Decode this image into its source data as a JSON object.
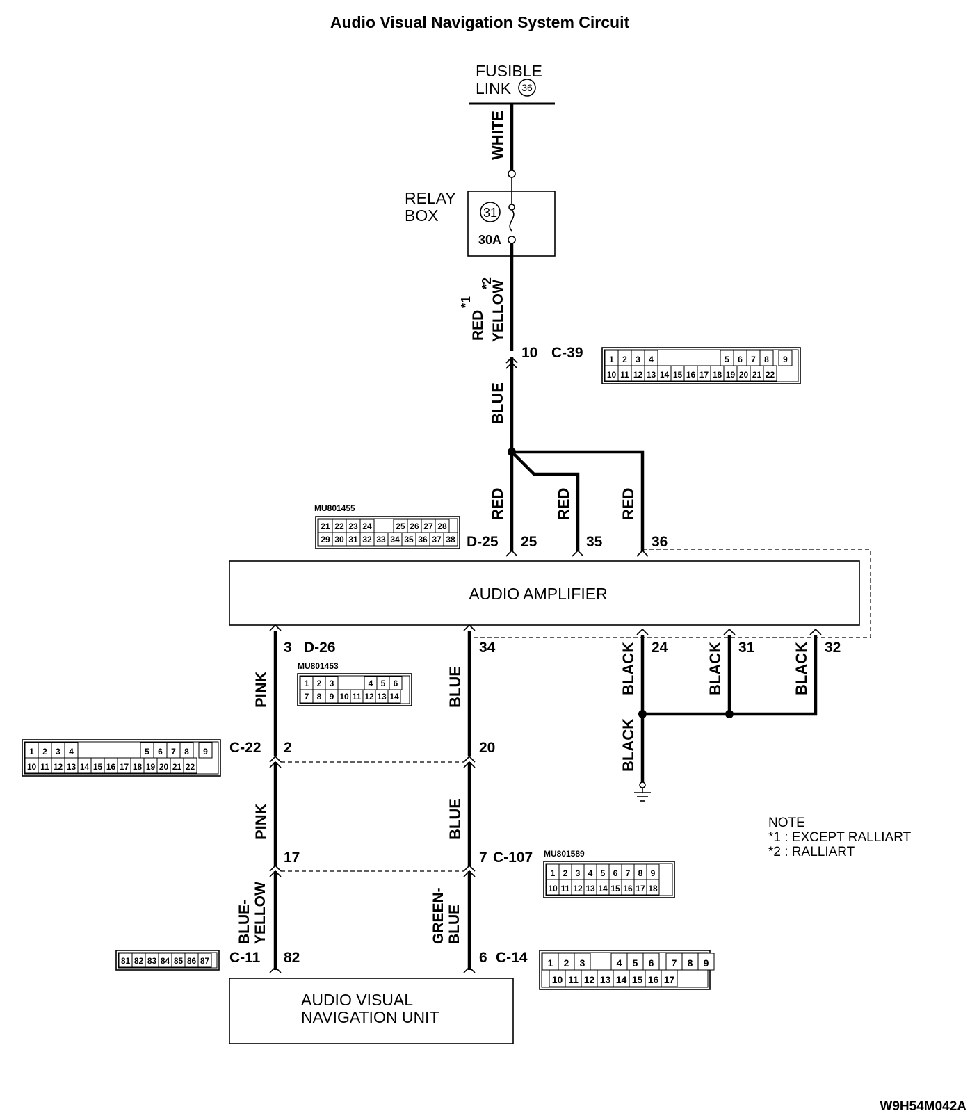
{
  "title": "Audio Visual Navigation System Circuit",
  "fusible_link": {
    "line1": "FUSIBLE",
    "line2": "LINK",
    "number": "36"
  },
  "relay_box": {
    "line1": "RELAY",
    "line2": "BOX",
    "number": "31",
    "rating": "30A"
  },
  "wires": {
    "white": "WHITE",
    "red_star1": "RED",
    "star1": "*1",
    "yellow_star2": "YELLOW",
    "star2": "*2",
    "blue_top": "BLUE",
    "red_25": "RED",
    "red_35": "RED",
    "red_36": "RED",
    "pink_upper": "PINK",
    "blue_34": "BLUE",
    "black_24": "BLACK",
    "black_31": "BLACK",
    "black_32": "BLACK",
    "black_ground": "BLACK",
    "pink_lower": "PINK",
    "blue_lower": "BLUE",
    "blue_yellow_1": "BLUE-",
    "blue_yellow_2": "YELLOW",
    "green_blue_1": "GREEN-",
    "green_blue_2": "BLUE"
  },
  "pins": {
    "c39_pin": "10",
    "c39": "C-39",
    "d25": "D-25",
    "p25": "25",
    "p35": "35",
    "p36": "36",
    "p3": "3",
    "d26": "D-26",
    "p34": "34",
    "p24": "24",
    "p31": "31",
    "p32": "32",
    "c22": "C-22",
    "p2": "2",
    "p20": "20",
    "p17": "17",
    "p7": "7",
    "c107": "C-107",
    "c11": "C-11",
    "p82": "82",
    "p6": "6",
    "c14": "C-14"
  },
  "components": {
    "amplifier": "AUDIO AMPLIFIER",
    "avn_line1": "AUDIO VISUAL",
    "avn_line2": "NAVIGATION UNIT"
  },
  "part_numbers": {
    "d25_part": "MU801455",
    "d26_part": "MU801453",
    "c107_part": "MU801589"
  },
  "note": {
    "heading": "NOTE",
    "n1": "*1 : EXCEPT RALLIART",
    "n2": "*2 : RALLIART"
  },
  "code": "W9H54M042A",
  "connectors": {
    "c39_top": [
      "1",
      "2",
      "3",
      "4",
      "5",
      "6",
      "7",
      "8",
      "9"
    ],
    "c39_bot": [
      "10",
      "11",
      "12",
      "13",
      "14",
      "15",
      "16",
      "17",
      "18",
      "19",
      "20",
      "21",
      "22"
    ],
    "d25_top": [
      "21",
      "22",
      "23",
      "24",
      "25",
      "26",
      "27",
      "28"
    ],
    "d25_bot": [
      "29",
      "30",
      "31",
      "32",
      "33",
      "34",
      "35",
      "36",
      "37",
      "38"
    ],
    "d26_top": [
      "1",
      "2",
      "3",
      "4",
      "5",
      "6"
    ],
    "d26_bot": [
      "7",
      "8",
      "9",
      "10",
      "11",
      "12",
      "13",
      "14"
    ],
    "c107_top": [
      "1",
      "2",
      "3",
      "4",
      "5",
      "6",
      "7",
      "8",
      "9"
    ],
    "c107_bot": [
      "10",
      "11",
      "12",
      "13",
      "14",
      "15",
      "16",
      "17",
      "18"
    ],
    "c11_row": [
      "81",
      "82",
      "83",
      "84",
      "85",
      "86",
      "87"
    ],
    "c14_top": [
      "1",
      "2",
      "3",
      "4",
      "5",
      "6",
      "7",
      "8",
      "9"
    ],
    "c14_bot": [
      "10",
      "11",
      "12",
      "13",
      "14",
      "15",
      "16",
      "17"
    ]
  }
}
